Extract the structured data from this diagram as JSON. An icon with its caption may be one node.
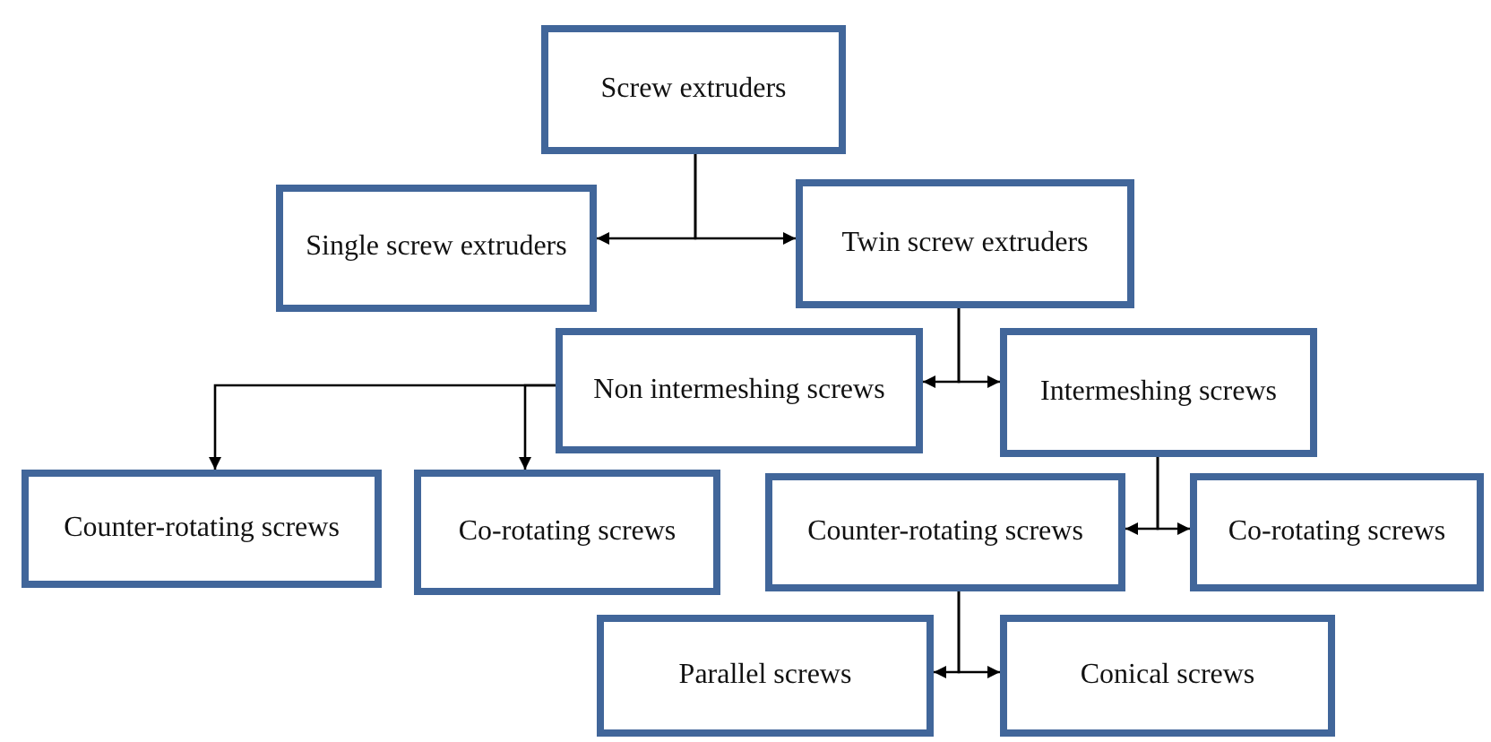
{
  "diagram": {
    "nodes": [
      {
        "text": [
          "Screw extruders"
        ]
      },
      {
        "text": [
          "Single screw extruders"
        ]
      },
      {
        "text": [
          "Twin screw extruders"
        ]
      },
      {
        "text": [
          "Non intermeshing screws"
        ]
      },
      {
        "text": [
          "Intermeshing screws"
        ]
      },
      {
        "text": [
          "Counter-rotating screws"
        ]
      },
      {
        "text": [
          "Co-rotating screws"
        ]
      },
      {
        "text": [
          "Counter-rotating screws"
        ]
      },
      {
        "text": [
          "Co-rotating screws"
        ]
      },
      {
        "text": [
          "Parallel screws"
        ]
      },
      {
        "text": [
          "Conical screws"
        ]
      }
    ],
    "edges": [
      {
        "from": 0,
        "to": 1,
        "arrow": "to"
      },
      {
        "from": 0,
        "to": 2,
        "arrow": "to"
      },
      {
        "from": 2,
        "to": 3,
        "arrow": "to"
      },
      {
        "from": 2,
        "to": 4,
        "arrow": "to"
      },
      {
        "from": 3,
        "to": 5,
        "arrow": "to"
      },
      {
        "from": 3,
        "to": 6,
        "arrow": "to"
      },
      {
        "from": 4,
        "to": 7,
        "arrow": "to"
      },
      {
        "from": 4,
        "to": 8,
        "arrow": "to"
      },
      {
        "from": 7,
        "to": 9,
        "arrow": "to"
      },
      {
        "from": 7,
        "to": 10,
        "arrow": "to"
      }
    ]
  }
}
